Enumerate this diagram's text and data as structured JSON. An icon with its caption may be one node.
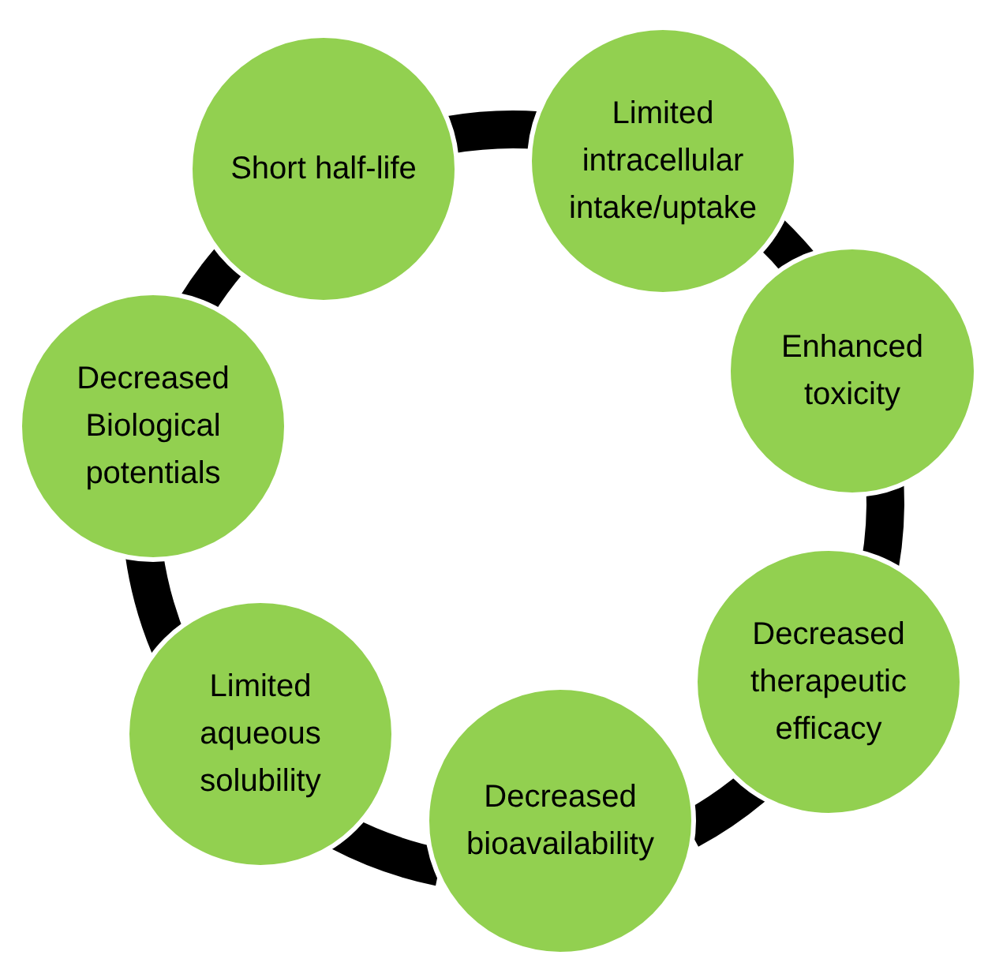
{
  "diagram": {
    "nodes": [
      {
        "text": [
          "Short half-life"
        ]
      },
      {
        "text": [
          "Limited intracellular intake/uptake"
        ]
      },
      {
        "text": [
          "Enhanced toxicity"
        ]
      },
      {
        "text": [
          "Decreased therapeutic efficacy"
        ]
      },
      {
        "text": [
          "Decreased bioavailability"
        ]
      },
      {
        "text": [
          "Limited aqueous solubility"
        ]
      },
      {
        "text": [
          "Decreased Biological potentials"
        ]
      }
    ],
    "edges": [
      {
        "from": 0,
        "to": 1,
        "arrow": "none"
      },
      {
        "from": 1,
        "to": 2,
        "arrow": "none"
      },
      {
        "from": 2,
        "to": 3,
        "arrow": "none"
      },
      {
        "from": 3,
        "to": 4,
        "arrow": "none"
      },
      {
        "from": 4,
        "to": 5,
        "arrow": "none"
      },
      {
        "from": 5,
        "to": 6,
        "arrow": "none"
      },
      {
        "from": 6,
        "to": 0,
        "arrow": "none"
      }
    ]
  }
}
